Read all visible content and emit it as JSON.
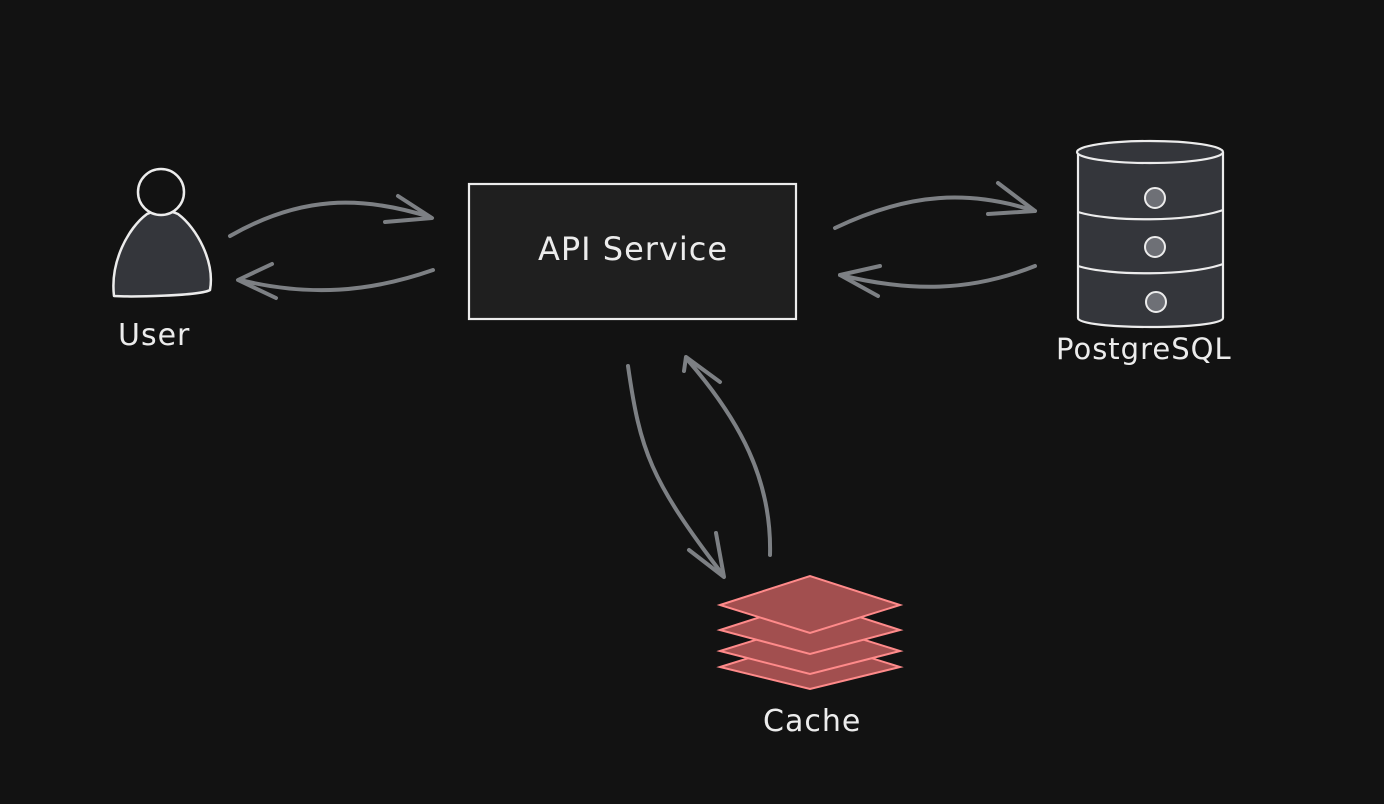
{
  "nodes": {
    "user": {
      "label": "User",
      "icon": "person-icon"
    },
    "api": {
      "label": "API Service"
    },
    "database": {
      "label": "PostgreSQL",
      "icon": "database-icon"
    },
    "cache": {
      "label": "Cache",
      "icon": "stacked-layers-icon"
    }
  },
  "edges": [
    {
      "from": "User",
      "to": "API Service"
    },
    {
      "from": "API Service",
      "to": "User"
    },
    {
      "from": "API Service",
      "to": "PostgreSQL"
    },
    {
      "from": "PostgreSQL",
      "to": "API Service"
    },
    {
      "from": "API Service",
      "to": "Cache"
    },
    {
      "from": "Cache",
      "to": "API Service"
    }
  ],
  "colors": {
    "background": "#121212",
    "stroke": "#ececec",
    "fill_dark": "#34363b",
    "box_fill": "#1f1f1f",
    "arrow": "#7d8084",
    "cache_fill": "#a24f4f",
    "cache_stroke": "#ff8a8a"
  }
}
